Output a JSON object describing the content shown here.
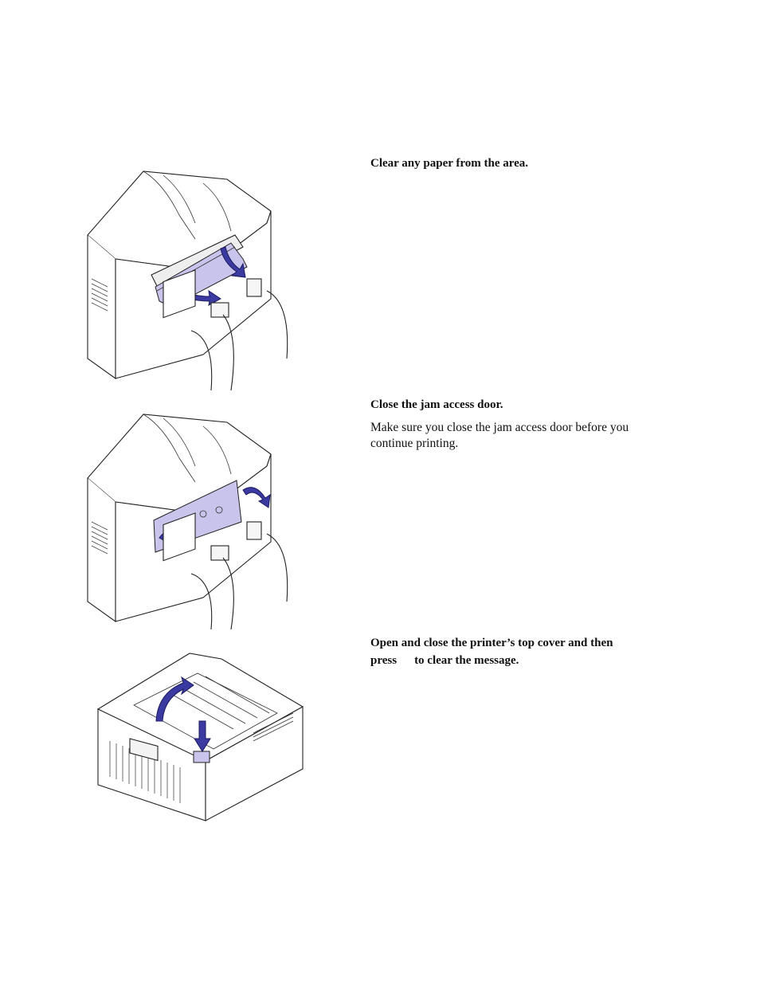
{
  "steps": [
    {
      "heading": "Clear any paper from the area."
    },
    {
      "heading": "Close the jam access door.",
      "body": "Make sure you close the jam access door before you continue printing."
    },
    {
      "heading_line1": "Open and close the printer’s top cover and then",
      "heading_line2_start": "press",
      "heading_line2_end": "to clear the message."
    }
  ],
  "colors": {
    "paper": "#c9c4ec",
    "arrow": "#3b3aa0"
  }
}
